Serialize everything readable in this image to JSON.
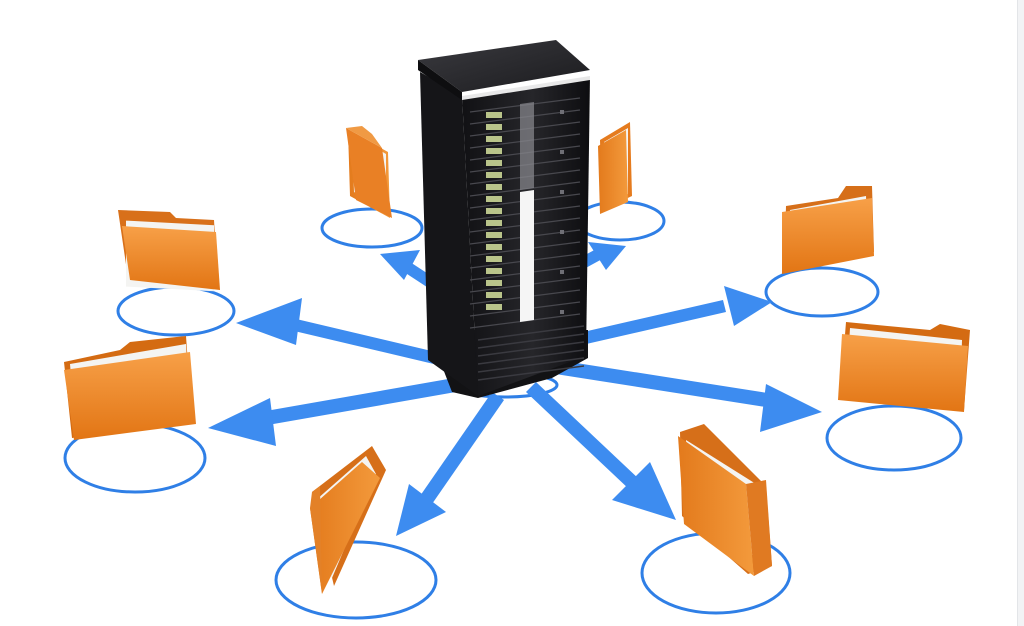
{
  "colors": {
    "background": "#ffffff",
    "arrow_blue": "#3d8cf0",
    "ring_blue": "#2f7fe6",
    "folder_orange": "#f0872a",
    "folder_orange_dark": "#d46b12",
    "folder_paper": "#f4f4f2",
    "server_body": "#1c1c1f",
    "server_top": "#2c2c30",
    "server_led": "#b9c48a"
  },
  "scene": {
    "subject": "server-tower",
    "folder_count": 8,
    "ring_count": 8,
    "arrow_count": 8
  }
}
